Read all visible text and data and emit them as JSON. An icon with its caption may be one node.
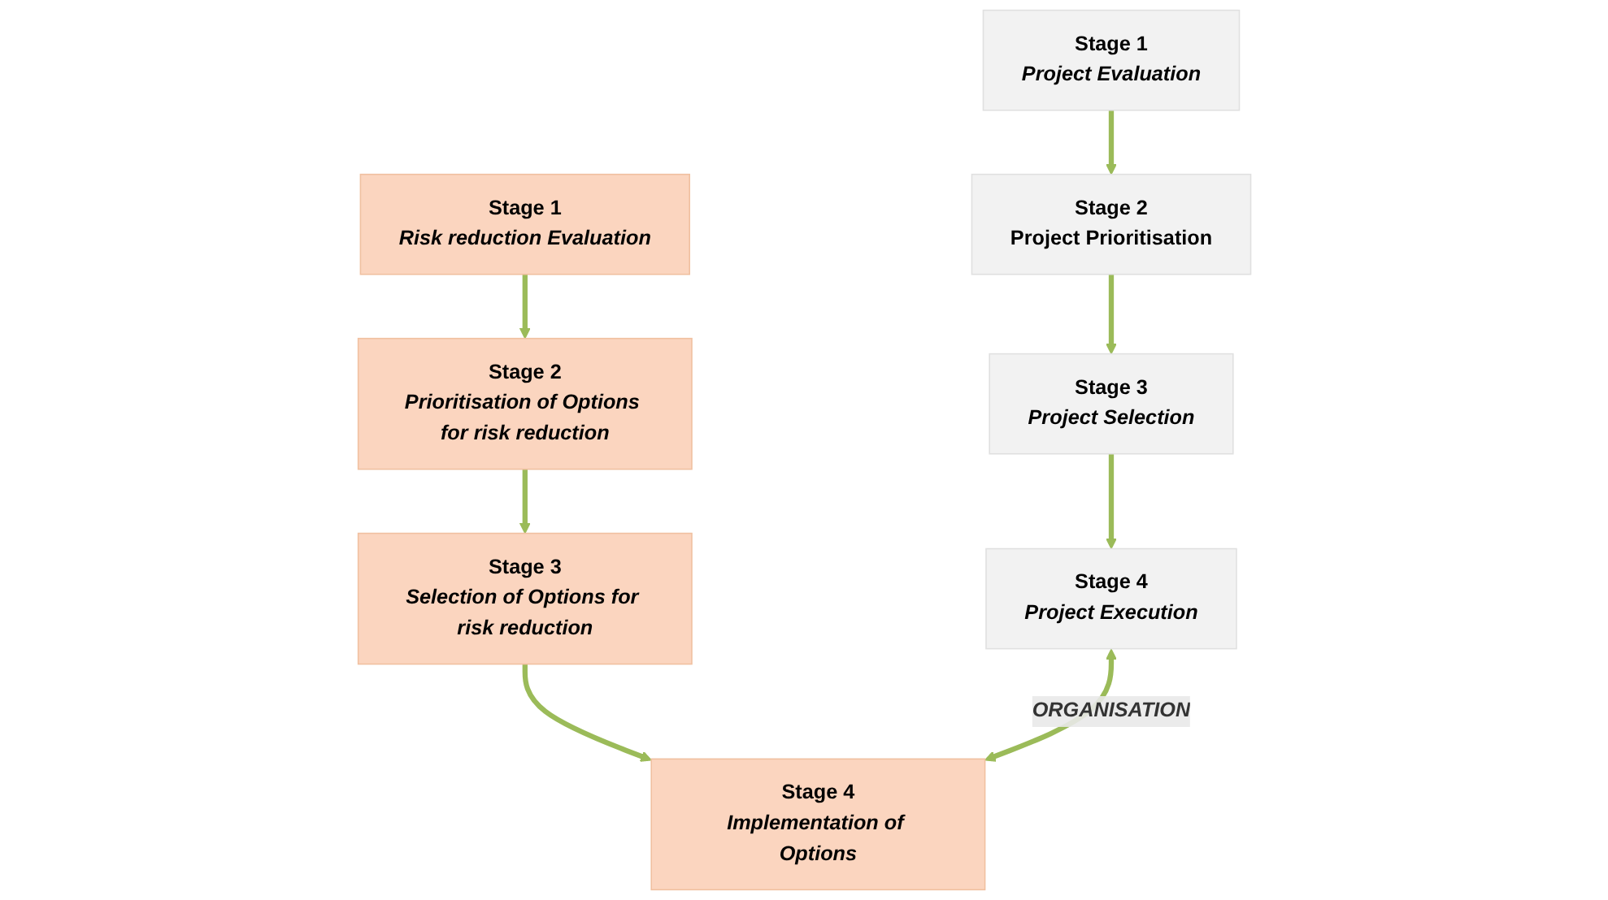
{
  "diagram": {
    "nodes": [
      {
        "text": [
          "Stage 1",
          "Project Evaluation"
        ]
      },
      {
        "text": [
          "Stage 2",
          "Project Prioritisation"
        ]
      },
      {
        "text": [
          "Stage 3",
          "Project Selection"
        ]
      },
      {
        "text": [
          "Stage 4",
          "Project Execution"
        ]
      },
      {
        "text": [
          "Stage 1",
          "Risk reduction Evaluation"
        ]
      },
      {
        "text": [
          "Stage 2",
          "Prioritisation of Options for risk reduction"
        ]
      },
      {
        "text": [
          "Stage 3",
          "Selection of Options for risk reduction"
        ]
      },
      {
        "text": [
          "Stage 4",
          "Implementation of Options"
        ]
      }
    ],
    "edges": [
      {
        "from": 0,
        "to": 1,
        "arrow": "to"
      },
      {
        "from": 1,
        "to": 2,
        "arrow": "to"
      },
      {
        "from": 2,
        "to": 3,
        "arrow": "to"
      },
      {
        "from": 4,
        "to": 5,
        "arrow": "to"
      },
      {
        "from": 5,
        "to": 6,
        "arrow": "to"
      },
      {
        "from": 6,
        "to": 7,
        "arrow": "to"
      },
      {
        "from": 3,
        "to": 7,
        "arrow": "both",
        "label": "ORGANISATION"
      }
    ]
  }
}
